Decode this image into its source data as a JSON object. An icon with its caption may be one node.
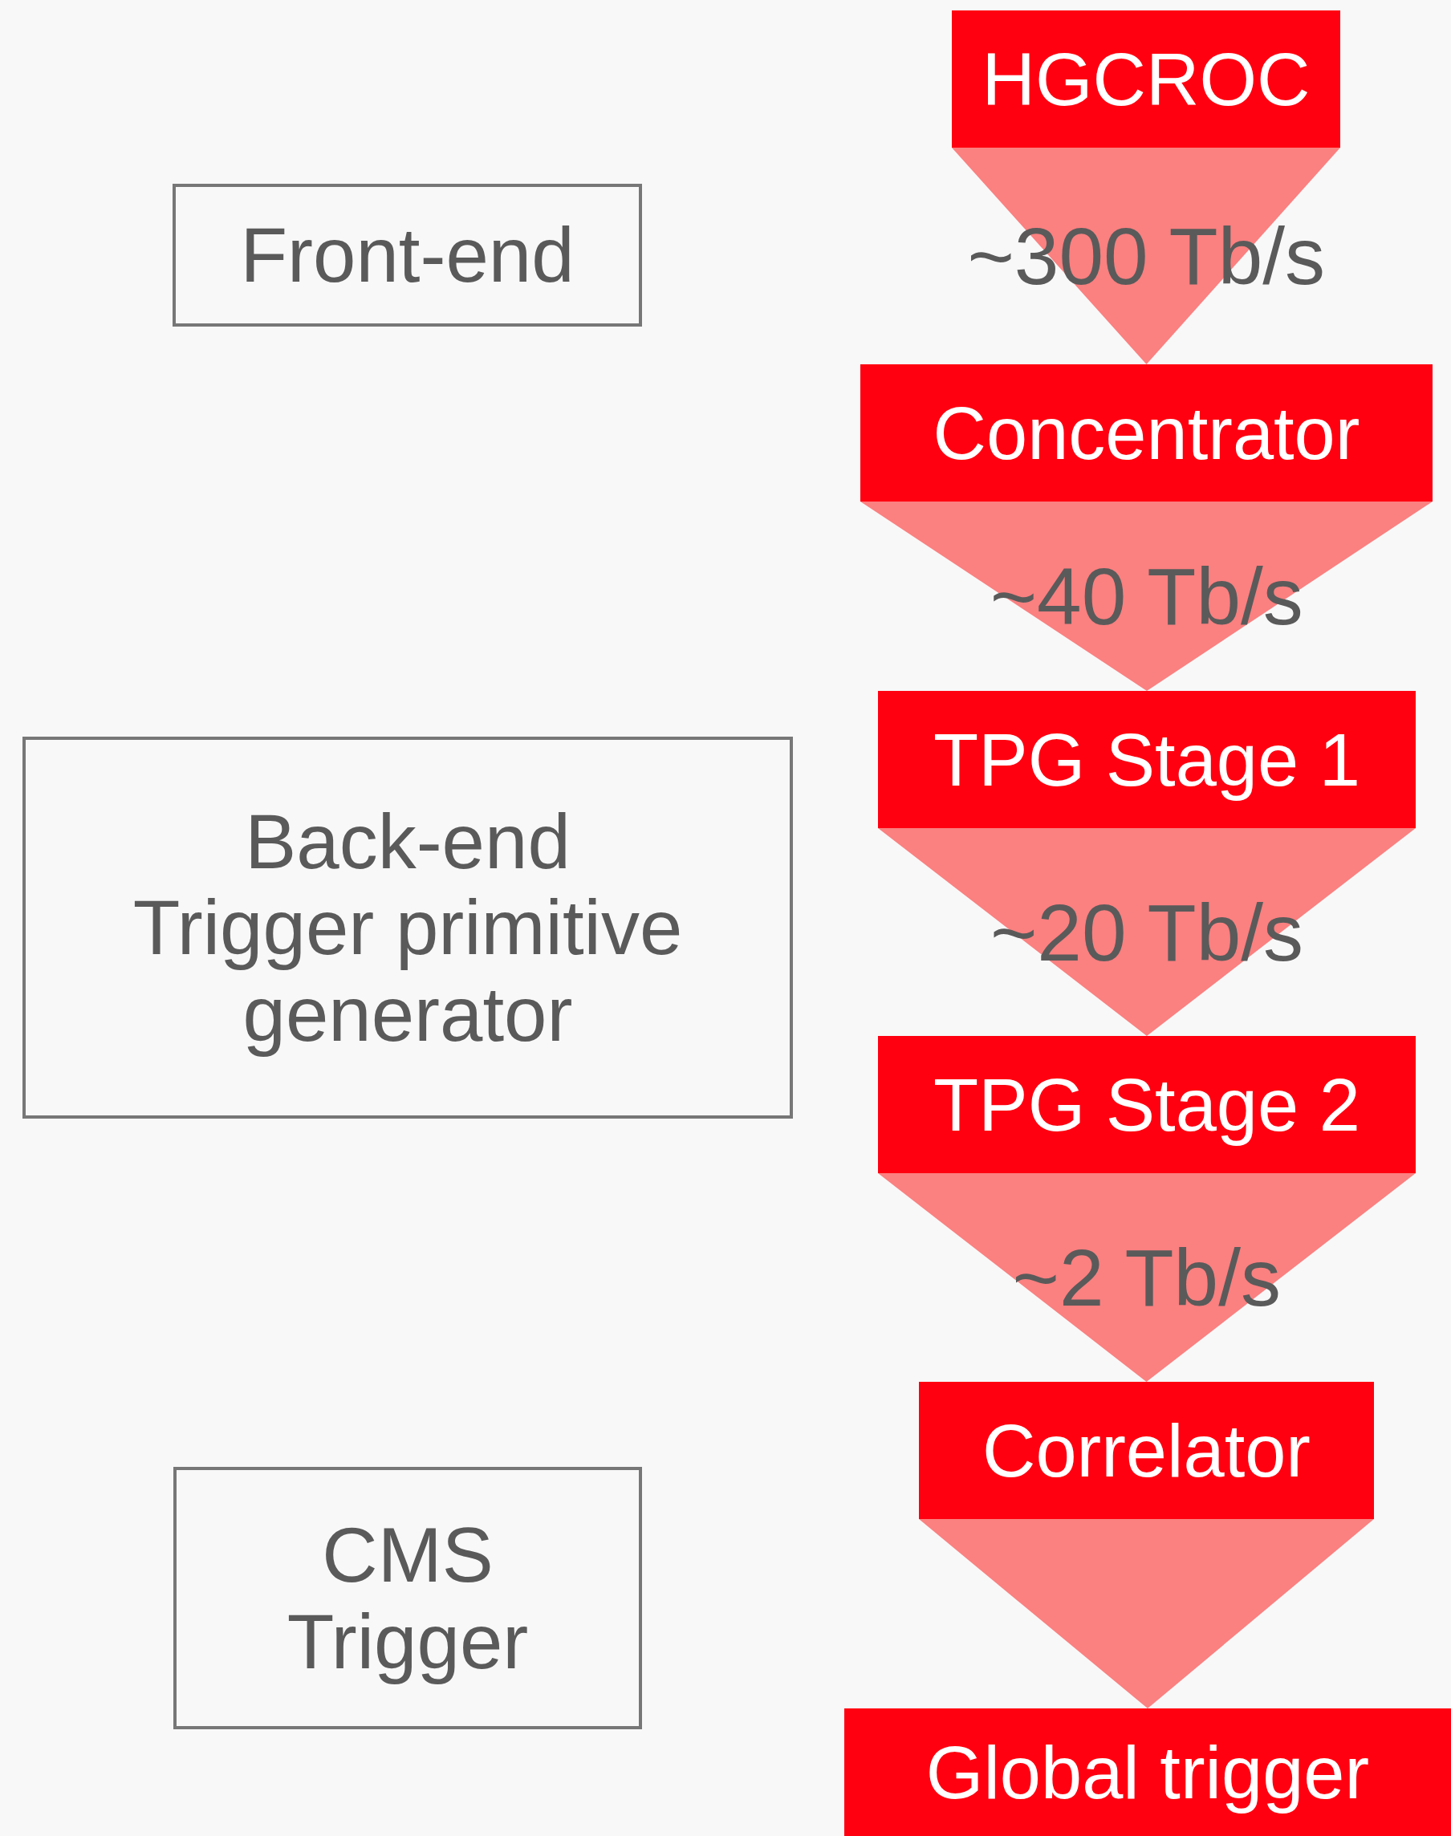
{
  "diagram": {
    "nodes": [
      {
        "text": [
          "HGCROC"
        ]
      },
      {
        "text": [
          "Concentrator"
        ]
      },
      {
        "text": [
          "TPG Stage 1"
        ]
      },
      {
        "text": [
          "TPG Stage 2"
        ]
      },
      {
        "text": [
          "Correlator"
        ]
      },
      {
        "text": [
          "Global trigger"
        ]
      },
      {
        "text": [
          "Front-end"
        ]
      },
      {
        "text": [
          "Back-end",
          "Trigger primitive generator"
        ]
      },
      {
        "text": [
          "CMS Trigger"
        ]
      }
    ],
    "edges": [
      {
        "from": 0,
        "to": 1,
        "arrow": "to",
        "label": "~300 Tb/s"
      },
      {
        "from": 1,
        "to": 2,
        "arrow": "to",
        "label": "~40 Tb/s"
      },
      {
        "from": 2,
        "to": 3,
        "arrow": "to",
        "label": "~20 Tb/s"
      },
      {
        "from": 3,
        "to": 4,
        "arrow": "to",
        "label": "~2 Tb/s"
      },
      {
        "from": 4,
        "to": 5,
        "arrow": "to"
      }
    ]
  }
}
